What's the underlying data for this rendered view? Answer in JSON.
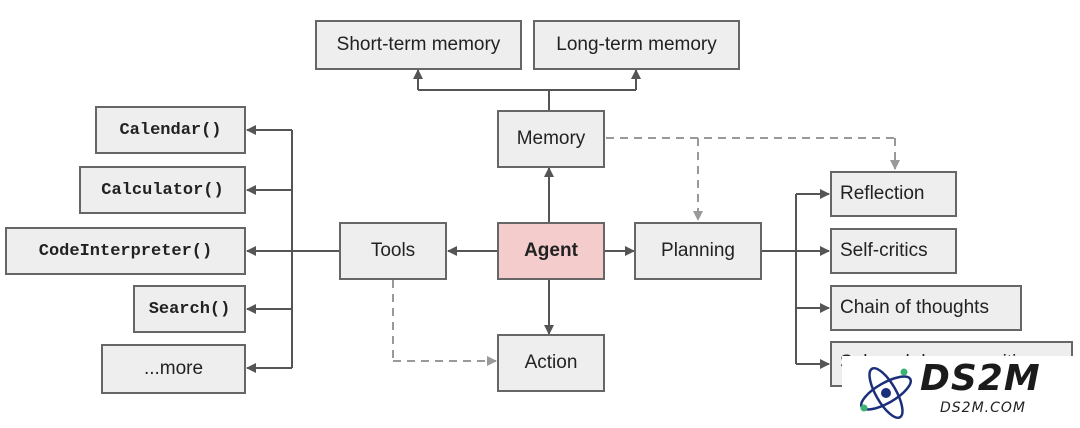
{
  "nodes": {
    "short_term_memory": "Short-term memory",
    "long_term_memory": "Long-term memory",
    "memory": "Memory",
    "agent": "Agent",
    "tools": "Tools",
    "planning": "Planning",
    "action": "Action",
    "calendar": "Calendar()",
    "calculator": "Calculator()",
    "code_interpreter": "CodeInterpreter()",
    "search": "Search()",
    "more": "...more",
    "reflection": "Reflection",
    "self_critics": "Self-critics",
    "chain_of_thoughts": "Chain of thoughts",
    "subgoal_decomposition": "Subgoal decomposition"
  },
  "colors": {
    "box_fill": "#eeeeee",
    "box_border": "#666666",
    "agent_fill": "#f4cccc",
    "solid_arrow": "#555555",
    "dashed_arrow": "#999999"
  },
  "watermark": {
    "title": "DS2M",
    "url": "DS2M.COM"
  }
}
